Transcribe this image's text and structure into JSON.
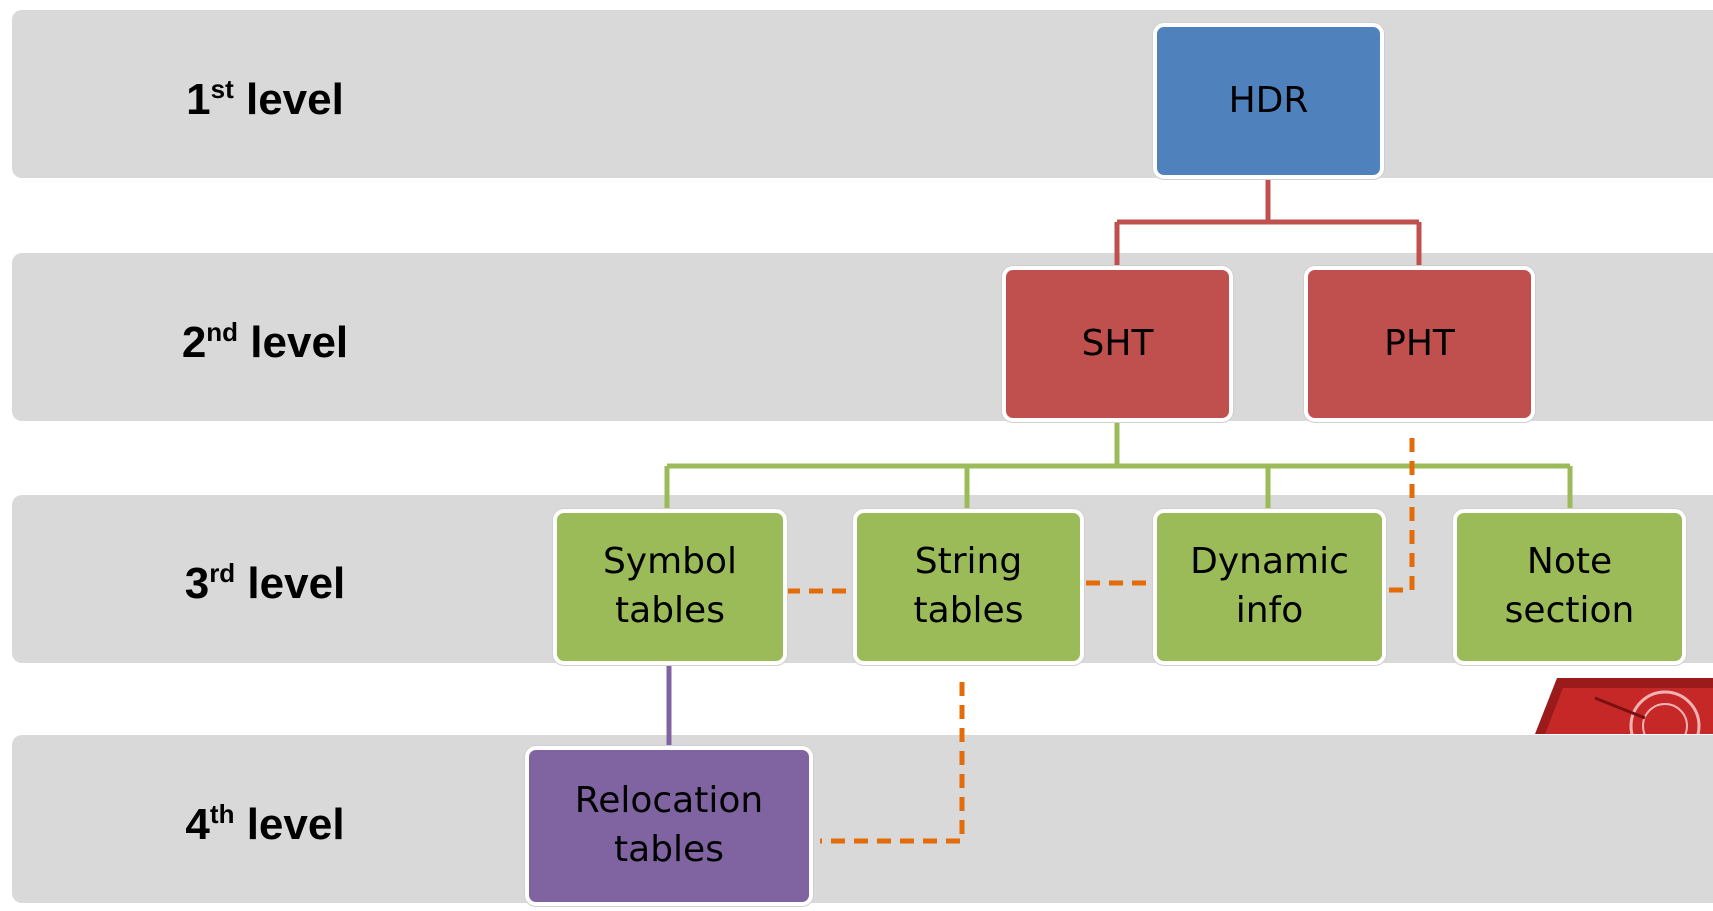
{
  "levels": [
    {
      "number": "1",
      "suffix": "st",
      "word": "level"
    },
    {
      "number": "2",
      "suffix": "nd",
      "word": "level"
    },
    {
      "number": "3",
      "suffix": "rd",
      "word": "level"
    },
    {
      "number": "4",
      "suffix": "th",
      "word": "level"
    }
  ],
  "nodes": {
    "hdr": {
      "lines": [
        "HDR"
      ],
      "color": "#4f81bd"
    },
    "sht": {
      "lines": [
        "SHT"
      ],
      "color": "#c0504d"
    },
    "pht": {
      "lines": [
        "PHT"
      ],
      "color": "#c0504d"
    },
    "symbol": {
      "lines": [
        "Symbol",
        "tables"
      ],
      "color": "#9bbb59"
    },
    "string": {
      "lines": [
        "String",
        "tables"
      ],
      "color": "#9bbb59"
    },
    "dynamic": {
      "lines": [
        "Dynamic",
        "info"
      ],
      "color": "#9bbb59"
    },
    "note": {
      "lines": [
        "Note",
        "section"
      ],
      "color": "#9bbb59"
    },
    "relocation": {
      "lines": [
        "Relocation",
        "tables"
      ],
      "color": "#8064a2"
    }
  },
  "colors": {
    "band": "#d9d9d9",
    "connector_red": "#c0504d",
    "connector_green": "#9bbb59",
    "connector_purple": "#8064a2",
    "dashed_orange": "#e36c09"
  }
}
